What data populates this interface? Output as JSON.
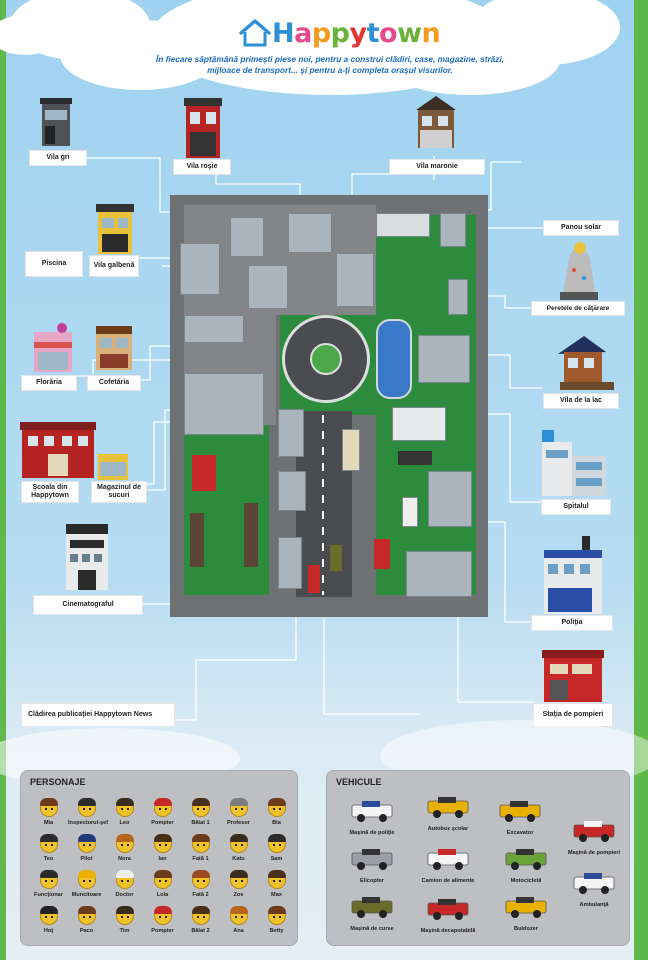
{
  "header": {
    "logo_text": "Happytown",
    "tagline": "În fiecare săptămână primeşti piese noi, pentru a construi clădiri, case, magazine, străzi, mijloace de transport... şi pentru a-ţi completa oraşul visurilor."
  },
  "labels": {
    "vila_gri": "Vila gri",
    "vila_rosie": "Vila roşie",
    "vila_maronie": "Vila maronie",
    "panou_solar": "Panou solar",
    "piscina": "Piscina",
    "vila_galbena": "Vila galbenă",
    "peretele": "Peretele de căţărare",
    "floraria": "Florăria",
    "cofetaria": "Cofetăria",
    "vila_lac": "Vila de la lac",
    "scoala": "Şcoala din Happytown",
    "magazinul": "Magazinul de sucuri",
    "spitalul": "Spitalul",
    "cinematograful": "Cinematograful",
    "politia": "Poliţia",
    "cladirea": "Clădirea publicaţiei Happytown News",
    "statia": "Staţia de pompieri"
  },
  "personaje": {
    "title": "PERSONAJE",
    "items": [
      {
        "name": "Mia",
        "hair": "#6b3b1a"
      },
      {
        "name": "Inspectorul-şef",
        "hair": "#2b2b2b"
      },
      {
        "name": "Leo",
        "hair": "#3a2c1c"
      },
      {
        "name": "Pompier",
        "hair": "#c62828"
      },
      {
        "name": "Băiat 1",
        "hair": "#4a2f18"
      },
      {
        "name": "Profesor",
        "hair": "#7d7d7d"
      },
      {
        "name": "Bia",
        "hair": "#6b3b1a"
      },
      {
        "name": "Teo",
        "hair": "#2b2b2b"
      },
      {
        "name": "Pilot",
        "hair": "#1f3a7a"
      },
      {
        "name": "Nora",
        "hair": "#b5651d"
      },
      {
        "name": "Ian",
        "hair": "#4a2f18"
      },
      {
        "name": "Fată 1",
        "hair": "#6b3b1a"
      },
      {
        "name": "Katu",
        "hair": "#3a2c1c"
      },
      {
        "name": "Sam",
        "hair": "#2b2b2b"
      },
      {
        "name": "Funcţionar",
        "hair": "#2b2b2b"
      },
      {
        "name": "Muncitoare",
        "hair": "#e8b100"
      },
      {
        "name": "Doctor",
        "hair": "#eeeeee"
      },
      {
        "name": "Lola",
        "hair": "#6b3b1a"
      },
      {
        "name": "Fată 2",
        "hair": "#9a4a22"
      },
      {
        "name": "Zoe",
        "hair": "#3a2c1c"
      },
      {
        "name": "Max",
        "hair": "#4a2f18"
      },
      {
        "name": "Hoţ",
        "hair": "#222222"
      },
      {
        "name": "Paco",
        "hair": "#6b3b1a"
      },
      {
        "name": "Tim",
        "hair": "#3a2c1c"
      },
      {
        "name": "Pompier",
        "hair": "#c62828"
      },
      {
        "name": "Băiat 2",
        "hair": "#4a2f18"
      },
      {
        "name": "Ana",
        "hair": "#b5651d"
      },
      {
        "name": "Betty",
        "hair": "#6b3b1a"
      }
    ]
  },
  "vehicule": {
    "title": "VEHICULE",
    "items": [
      {
        "name": "Maşină de poliţie",
        "color": "#f4f4f4",
        "accent": "#2a4a9a"
      },
      {
        "name": "Autobuz şcolar",
        "color": "#e8b100",
        "accent": "#333333"
      },
      {
        "name": "Excavator",
        "color": "#e8b100",
        "accent": "#333333"
      },
      {
        "name": "Maşină de pompieri",
        "color": "#c62828",
        "accent": "#f4f4f4"
      },
      {
        "name": "Elicopter",
        "color": "#9aa0a6",
        "accent": "#333333"
      },
      {
        "name": "Camion de alimente",
        "color": "#f4f4f4",
        "accent": "#c62828"
      },
      {
        "name": "Motocicletă",
        "color": "#6aa33a",
        "accent": "#333333"
      },
      {
        "name": "Ambulanţă",
        "color": "#f4f4f4",
        "accent": "#2a4a9a"
      },
      {
        "name": "Maşină de curse",
        "color": "#6b6b2a",
        "accent": "#333333"
      },
      {
        "name": "Maşină decapotabilă",
        "color": "#c62828",
        "accent": "#333333"
      },
      {
        "name": "Buldozer",
        "color": "#e8b100",
        "accent": "#333333"
      }
    ]
  }
}
